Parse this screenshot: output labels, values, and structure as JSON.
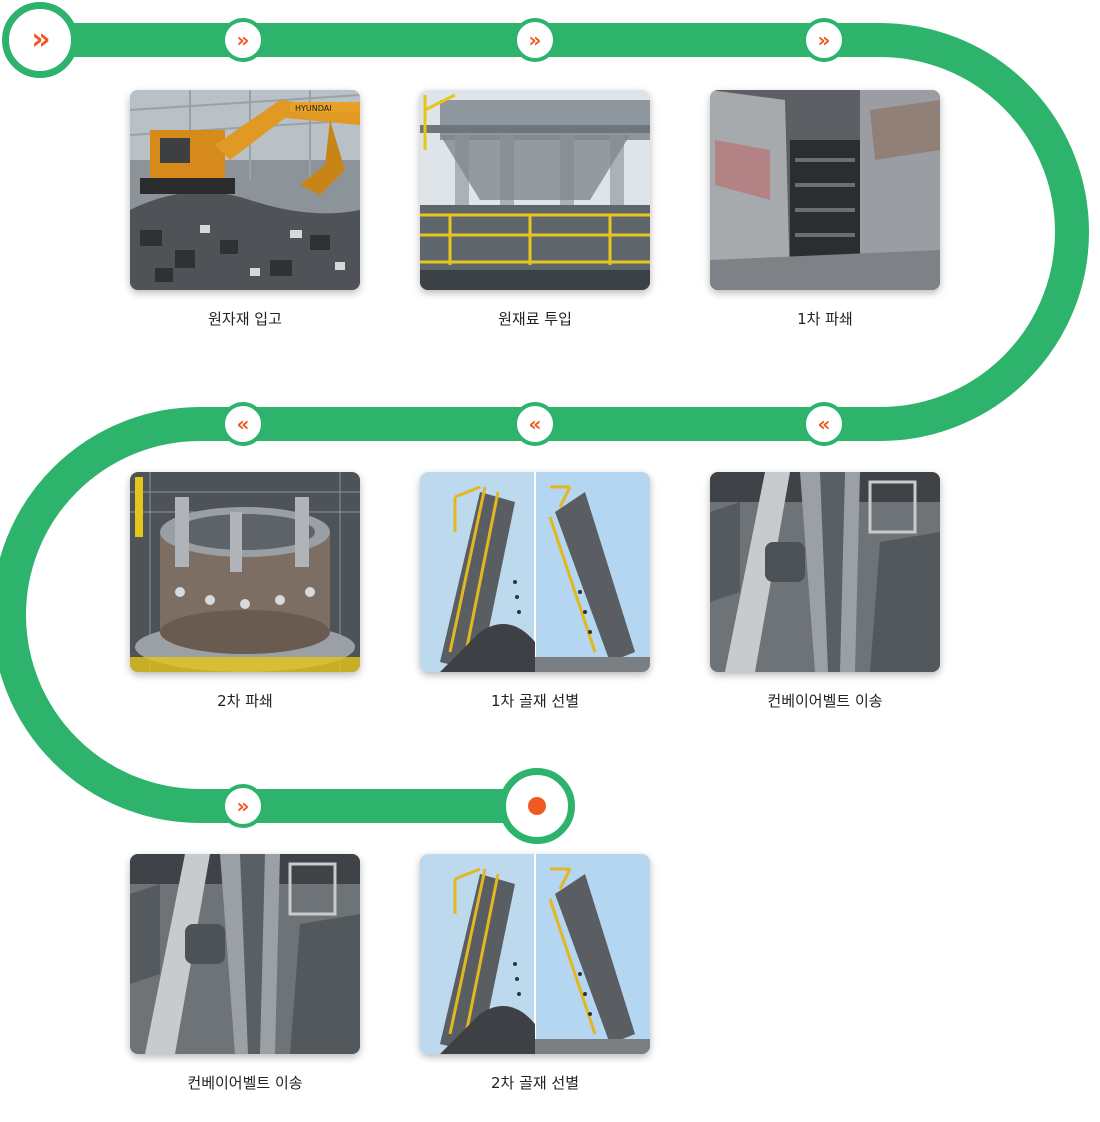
{
  "colors": {
    "track": "#2db36b",
    "accent": "#f05a22",
    "text": "#222222"
  },
  "markers": [
    {
      "icon": "chevron-double-right-icon",
      "glyph": "»"
    },
    {
      "icon": "chevron-double-right-icon",
      "glyph": "»"
    },
    {
      "icon": "chevron-double-right-icon",
      "glyph": "»"
    },
    {
      "icon": "chevron-double-right-icon",
      "glyph": "»"
    },
    {
      "icon": "chevron-double-left-icon",
      "glyph": "«"
    },
    {
      "icon": "chevron-double-left-icon",
      "glyph": "«"
    },
    {
      "icon": "chevron-double-left-icon",
      "glyph": "«"
    },
    {
      "icon": "chevron-double-right-icon",
      "glyph": "»"
    },
    {
      "icon": "end-dot-icon",
      "glyph": ""
    }
  ],
  "steps": [
    {
      "label": "원자재 입고",
      "photo": "excavator-photo"
    },
    {
      "label": "원재료 투입",
      "photo": "feed-hopper-photo"
    },
    {
      "label": "1차 파쇄",
      "photo": "jaw-crusher-photo"
    },
    {
      "label": "2차 파쇄",
      "photo": "cone-crusher-photo"
    },
    {
      "label": "1차 골재 선별",
      "photo": "stacker-conveyor-photo"
    },
    {
      "label": "컨베이어벨트 이송",
      "photo": "conveyor-belt-photo"
    },
    {
      "label": "컨베이어벨트 이송",
      "photo": "conveyor-belt-photo"
    },
    {
      "label": "2차 골재 선별",
      "photo": "stacker-conveyor-photo"
    }
  ]
}
